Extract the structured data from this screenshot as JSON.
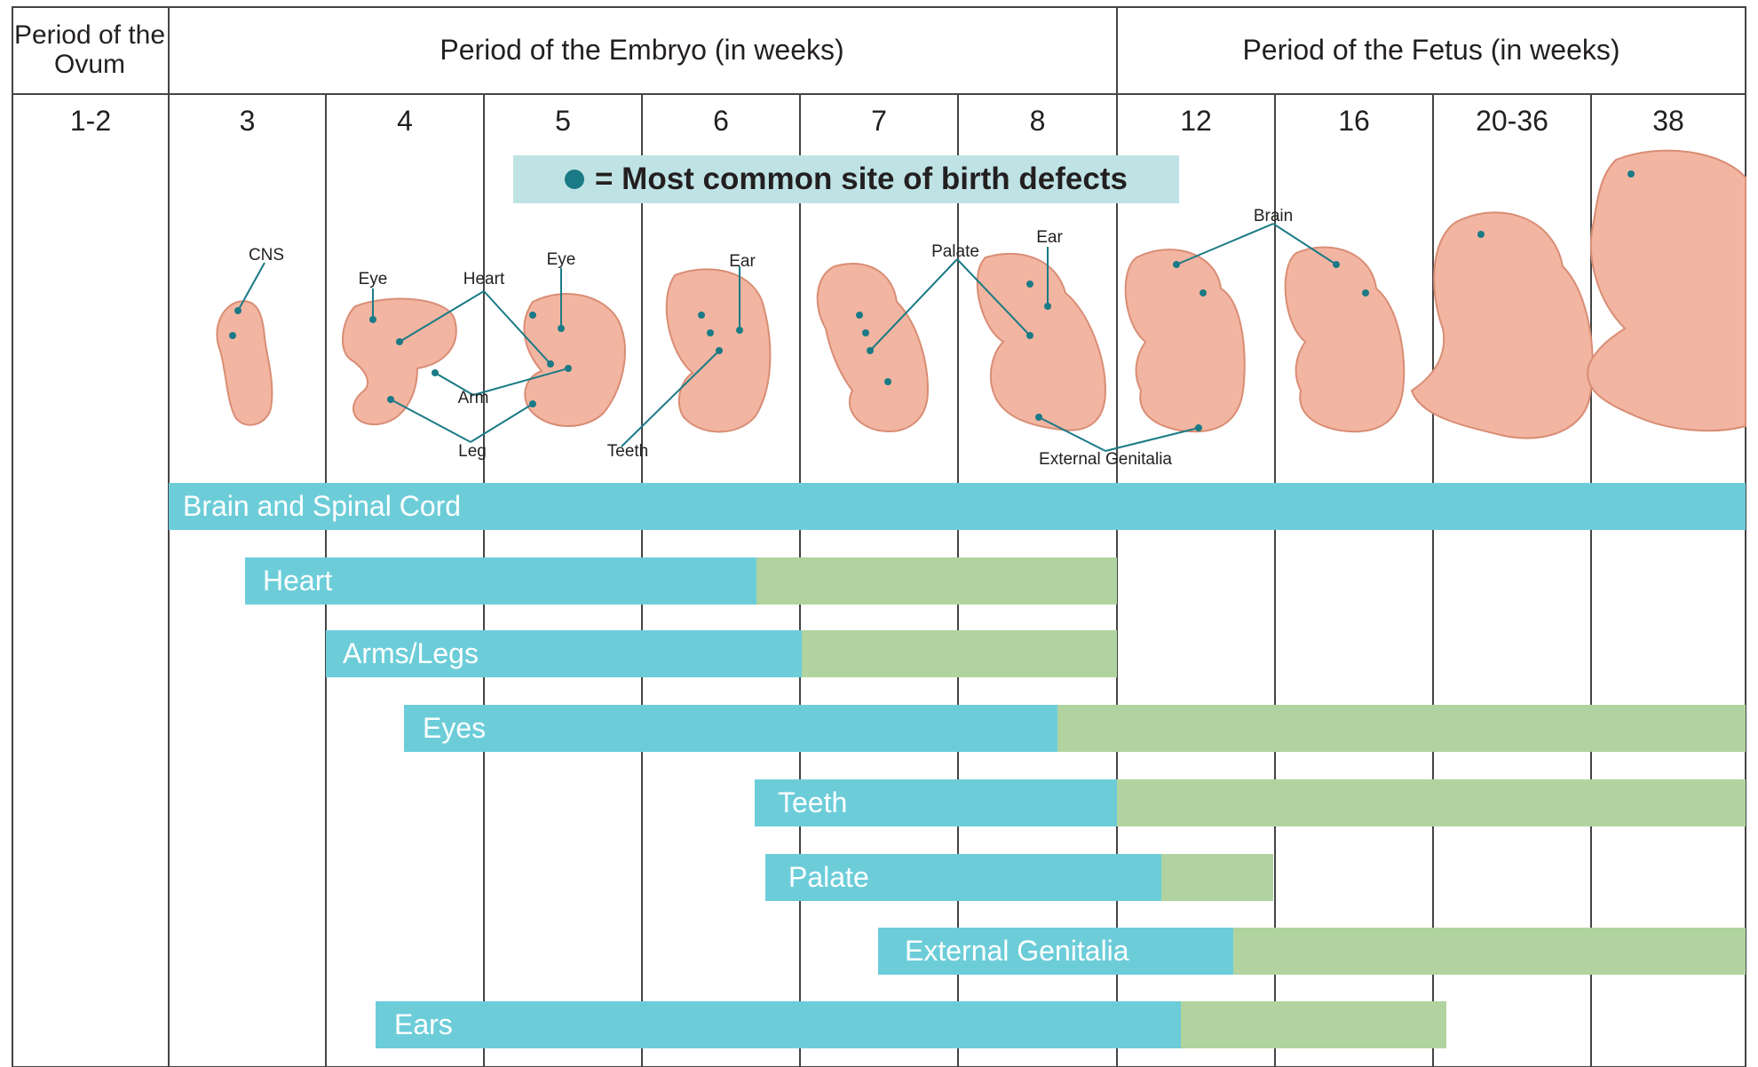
{
  "header": {
    "ovum_period": "Period of the Ovum",
    "embryo_period": "Period of the Embryo (in weeks)",
    "fetus_period": "Period of the Fetus (in weeks)"
  },
  "weeks": [
    "1-2",
    "3",
    "4",
    "5",
    "6",
    "7",
    "8",
    "12",
    "16",
    "20-36",
    "38"
  ],
  "legend": {
    "symbol": "dot",
    "text": "= Most common site of birth defects"
  },
  "annotations": {
    "cns": "CNS",
    "eye_1": "Eye",
    "heart": "Heart",
    "eye_2": "Eye",
    "arm": "Arm",
    "leg": "Leg",
    "ear_1": "Ear",
    "teeth": "Teeth",
    "palate": "Palate",
    "ear_2": "Ear",
    "brain": "Brain",
    "external_genitalia": "External Genitalia"
  },
  "colors": {
    "major_defect_period": "#6ccdd9",
    "minor_defect_period": "#b0d39f",
    "defect_dot": "#1a7a86",
    "embryo_fill": "#f2b5a1",
    "embryo_outline": "#d98d75",
    "grid_line": "#444444"
  },
  "bars": [
    {
      "label": "Brain and Spinal Cord",
      "start_week": "3",
      "major_until_week": "38",
      "minor_until_week": "38"
    },
    {
      "label": "Heart",
      "start_week": "3",
      "major_until_week": "6",
      "minor_until_week": "8"
    },
    {
      "label": "Arms/Legs",
      "start_week": "4",
      "major_until_week": "6",
      "minor_until_week": "8"
    },
    {
      "label": "Eyes",
      "start_week": "4",
      "major_until_week": "8",
      "minor_until_week": "38"
    },
    {
      "label": "Teeth",
      "start_week": "6",
      "major_until_week": "8",
      "minor_until_week": "38"
    },
    {
      "label": "Palate",
      "start_week": "6",
      "major_until_week": "12",
      "minor_until_week": "12"
    },
    {
      "label": "External Genitalia",
      "start_week": "7",
      "major_until_week": "12",
      "minor_until_week": "38"
    },
    {
      "label": "Ears",
      "start_week": "4",
      "major_until_week": "12",
      "minor_until_week": "20-36"
    }
  ]
}
